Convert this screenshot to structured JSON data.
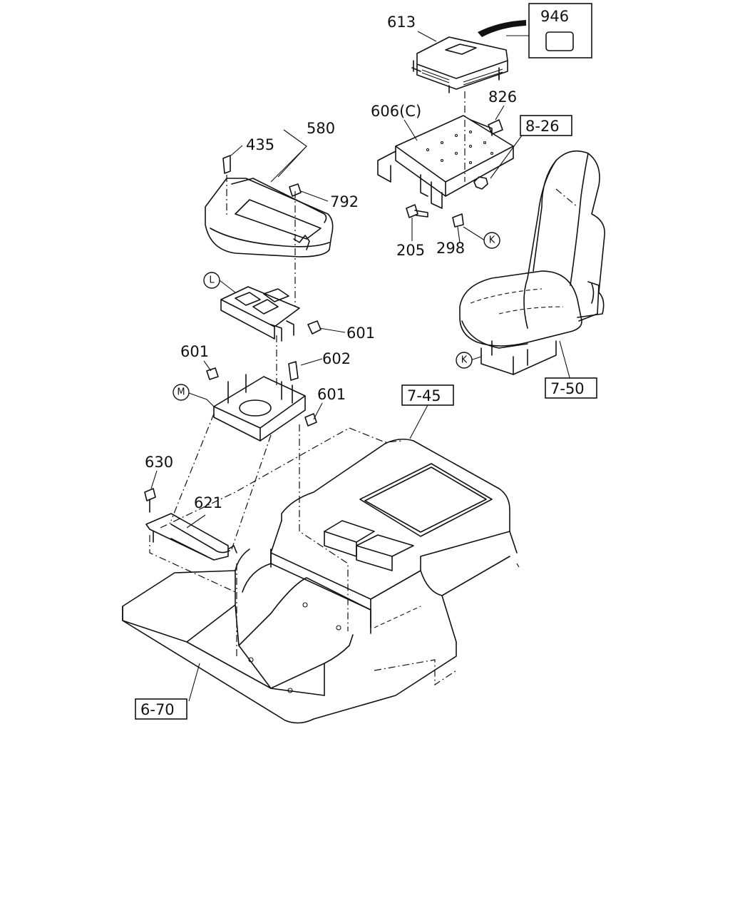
{
  "part_labels": {
    "p613": "613",
    "p946": "946",
    "p826": "826",
    "p606c": "606(C)",
    "p435": "435",
    "p580": "580",
    "p792": "792",
    "p205": "205",
    "p298": "298",
    "p601a": "601",
    "p601b": "601",
    "p601c": "601",
    "p602": "602",
    "p630": "630",
    "p621": "621"
  },
  "reference_boxes": {
    "r826": "8-26",
    "r745": "7-45",
    "r750": "7-50",
    "r670": "6-70"
  },
  "callout_circles": {
    "k1": "K",
    "k2": "K",
    "l": "L",
    "m": "M"
  }
}
